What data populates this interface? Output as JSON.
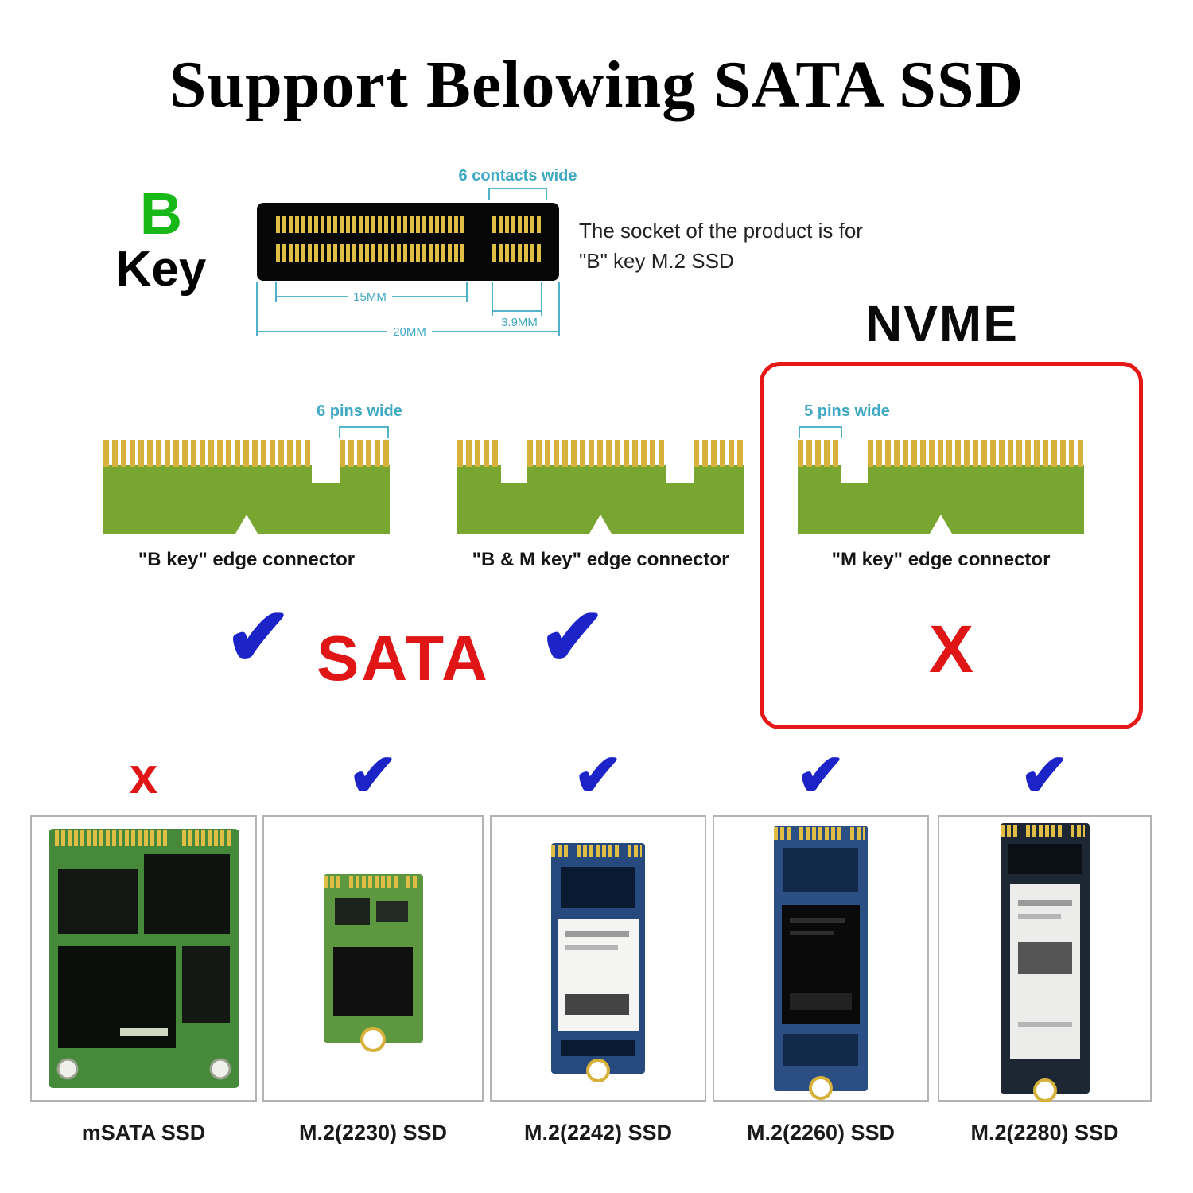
{
  "title": "Support Belowing SATA SSD",
  "socket": {
    "key_letter": "B",
    "key_word": "Key",
    "contacts_note": "6 contacts wide",
    "dim_left": "15MM",
    "dim_right": "3.9MM",
    "dim_total": "20MM",
    "desc_line1": "The socket of the product is for",
    "desc_line2": "\"B\" key M.2 SSD"
  },
  "nvme_label": "NVME",
  "sata_label": "SATA",
  "marks": {
    "check": "✔",
    "cross_upper": "X",
    "cross_lower": "x"
  },
  "connectors": {
    "b_key": {
      "pins_note": "6 pins wide",
      "caption": "\"B key\" edge connector"
    },
    "bm_key": {
      "caption": "\"B & M key\" edge connector"
    },
    "m_key": {
      "pins_note": "5 pins wide",
      "caption": "\"M key\" edge connector"
    }
  },
  "ssds": [
    {
      "label": "mSATA SSD",
      "mark": "x"
    },
    {
      "label": "M.2(2230) SSD",
      "mark": "✔"
    },
    {
      "label": "M.2(2242) SSD",
      "mark": "✔"
    },
    {
      "label": "M.2(2260) SSD",
      "mark": "✔"
    },
    {
      "label": "M.2(2280) SSD",
      "mark": "✔"
    }
  ],
  "colors": {
    "pcb_green": "#79a531",
    "pin_gold": "#d7b23a",
    "annotation_cyan": "#3fa9c4",
    "check_blue": "#1c24c8",
    "cross_red": "#e01515",
    "nvme_border_red": "#e61717",
    "key_letter_green": "#17b817"
  }
}
